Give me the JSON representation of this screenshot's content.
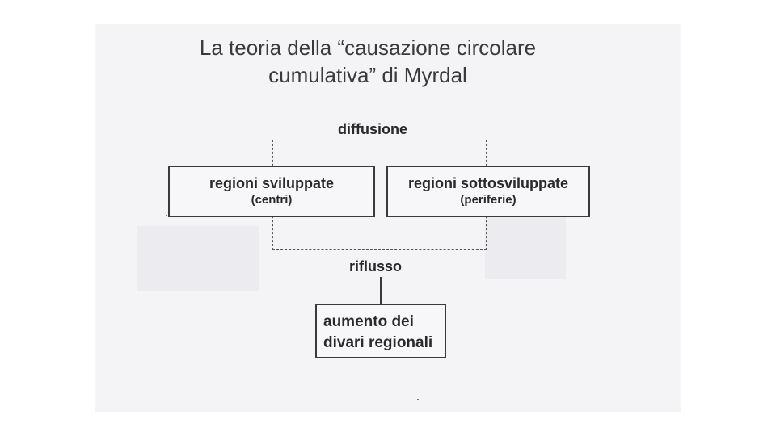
{
  "title": {
    "line1": "La teoria della “causazione circolare",
    "line2": "cumulativa” di Myrdal"
  },
  "flow_top_label": "diffusione",
  "flow_bottom_label": "riflusso",
  "box_left": {
    "line1": "regioni sviluppate",
    "line2": "(centri)"
  },
  "box_right": {
    "line1": "regioni sottosviluppate",
    "line2": "(periferie)"
  },
  "box_result": {
    "line1": "aumento dei",
    "line2": "divari regionali"
  }
}
